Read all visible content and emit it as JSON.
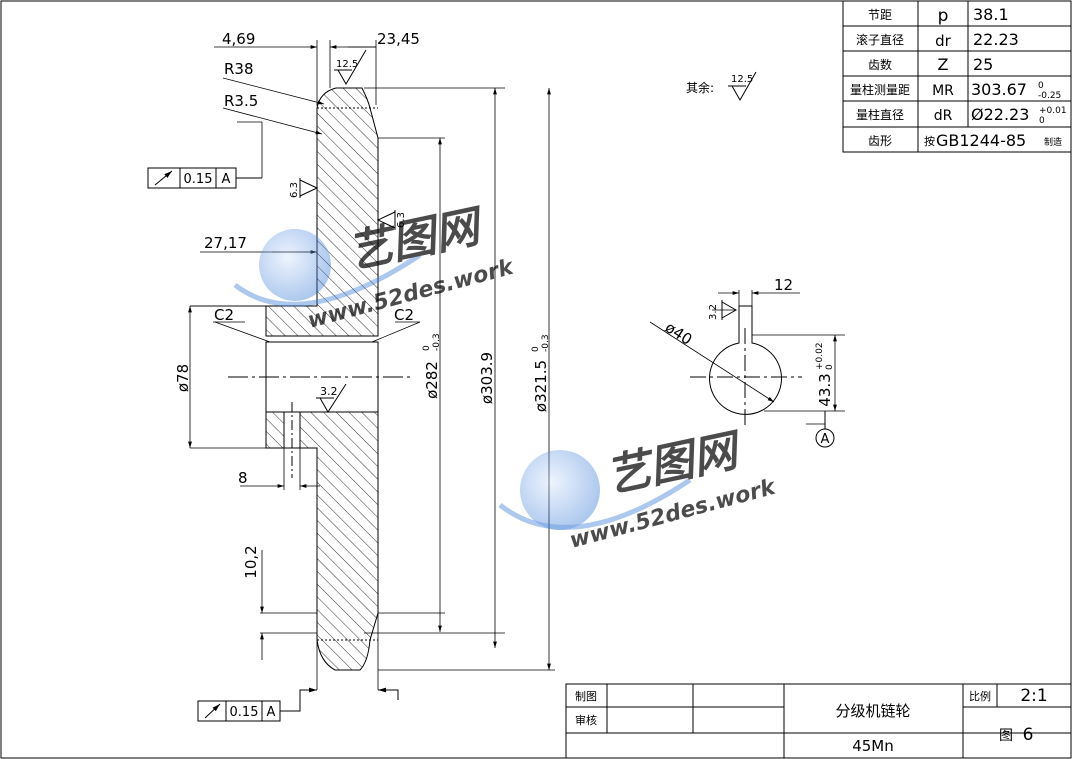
{
  "params_table": [
    {
      "label": "节距",
      "symbol": "p",
      "value": "38.1"
    },
    {
      "label": "滚子直径",
      "symbol": "dr",
      "value": "22.23"
    },
    {
      "label": "齿数",
      "symbol": "Z",
      "value": "25"
    },
    {
      "label": "量柱测量距",
      "symbol": "MR",
      "value": "303.67",
      "tol_upper": "0",
      "tol_lower": "-0.25"
    },
    {
      "label": "量柱直径",
      "symbol": "dR",
      "value": "Ø22.23",
      "tol_upper": "+0.01",
      "tol_lower": "0"
    },
    {
      "label": "齿形",
      "symbol": "",
      "value_prefix": "按",
      "value": "GB1244-85",
      "value_suffix": "制造"
    }
  ],
  "dims": {
    "d_4_69": "4,69",
    "d_23_45": "23,45",
    "r38": "R38",
    "r3_5": "R3.5",
    "d_27_17": "27,17",
    "c2_left": "C2",
    "c2_right": "C2",
    "phi78": "ø78",
    "d_8": "8",
    "d_10_2": "10,2",
    "phi282": "ø282",
    "phi282_tol_upper": "0",
    "phi282_tol_lower": "-0.3",
    "phi303_9": "ø303.9",
    "phi321_5": "ø321.5",
    "phi321_5_tol_upper": "0",
    "phi321_5_tol_lower": "-0.3",
    "phi40": "ø40",
    "d_12": "12",
    "d_43_3": "43.3",
    "d_43_3_tol_upper": "+0.02",
    "d_43_3_tol_lower": "0",
    "datum_a": "A"
  },
  "roughness": {
    "top": "12.5",
    "rest_label": "其余:",
    "rest": "12.5",
    "left_63": "6.3",
    "right_63": "6.3",
    "bore": "3.2",
    "keyway": "3.2"
  },
  "tolerance_frames": [
    {
      "value": "0.15",
      "datum": "A"
    },
    {
      "value": "0.15",
      "datum": "A"
    }
  ],
  "title_block": {
    "drawn_label": "制图",
    "checked_label": "审核",
    "part_name": "分级机链轮",
    "material": "45Mn",
    "scale_label": "比例",
    "scale": "2:1",
    "drawing_prefix": "图",
    "drawing_no": "6"
  },
  "watermark": {
    "brand": "艺图网",
    "url": "www.52des.work"
  },
  "colors": {
    "line": "#000000",
    "watermark": "#3b7fd9"
  }
}
